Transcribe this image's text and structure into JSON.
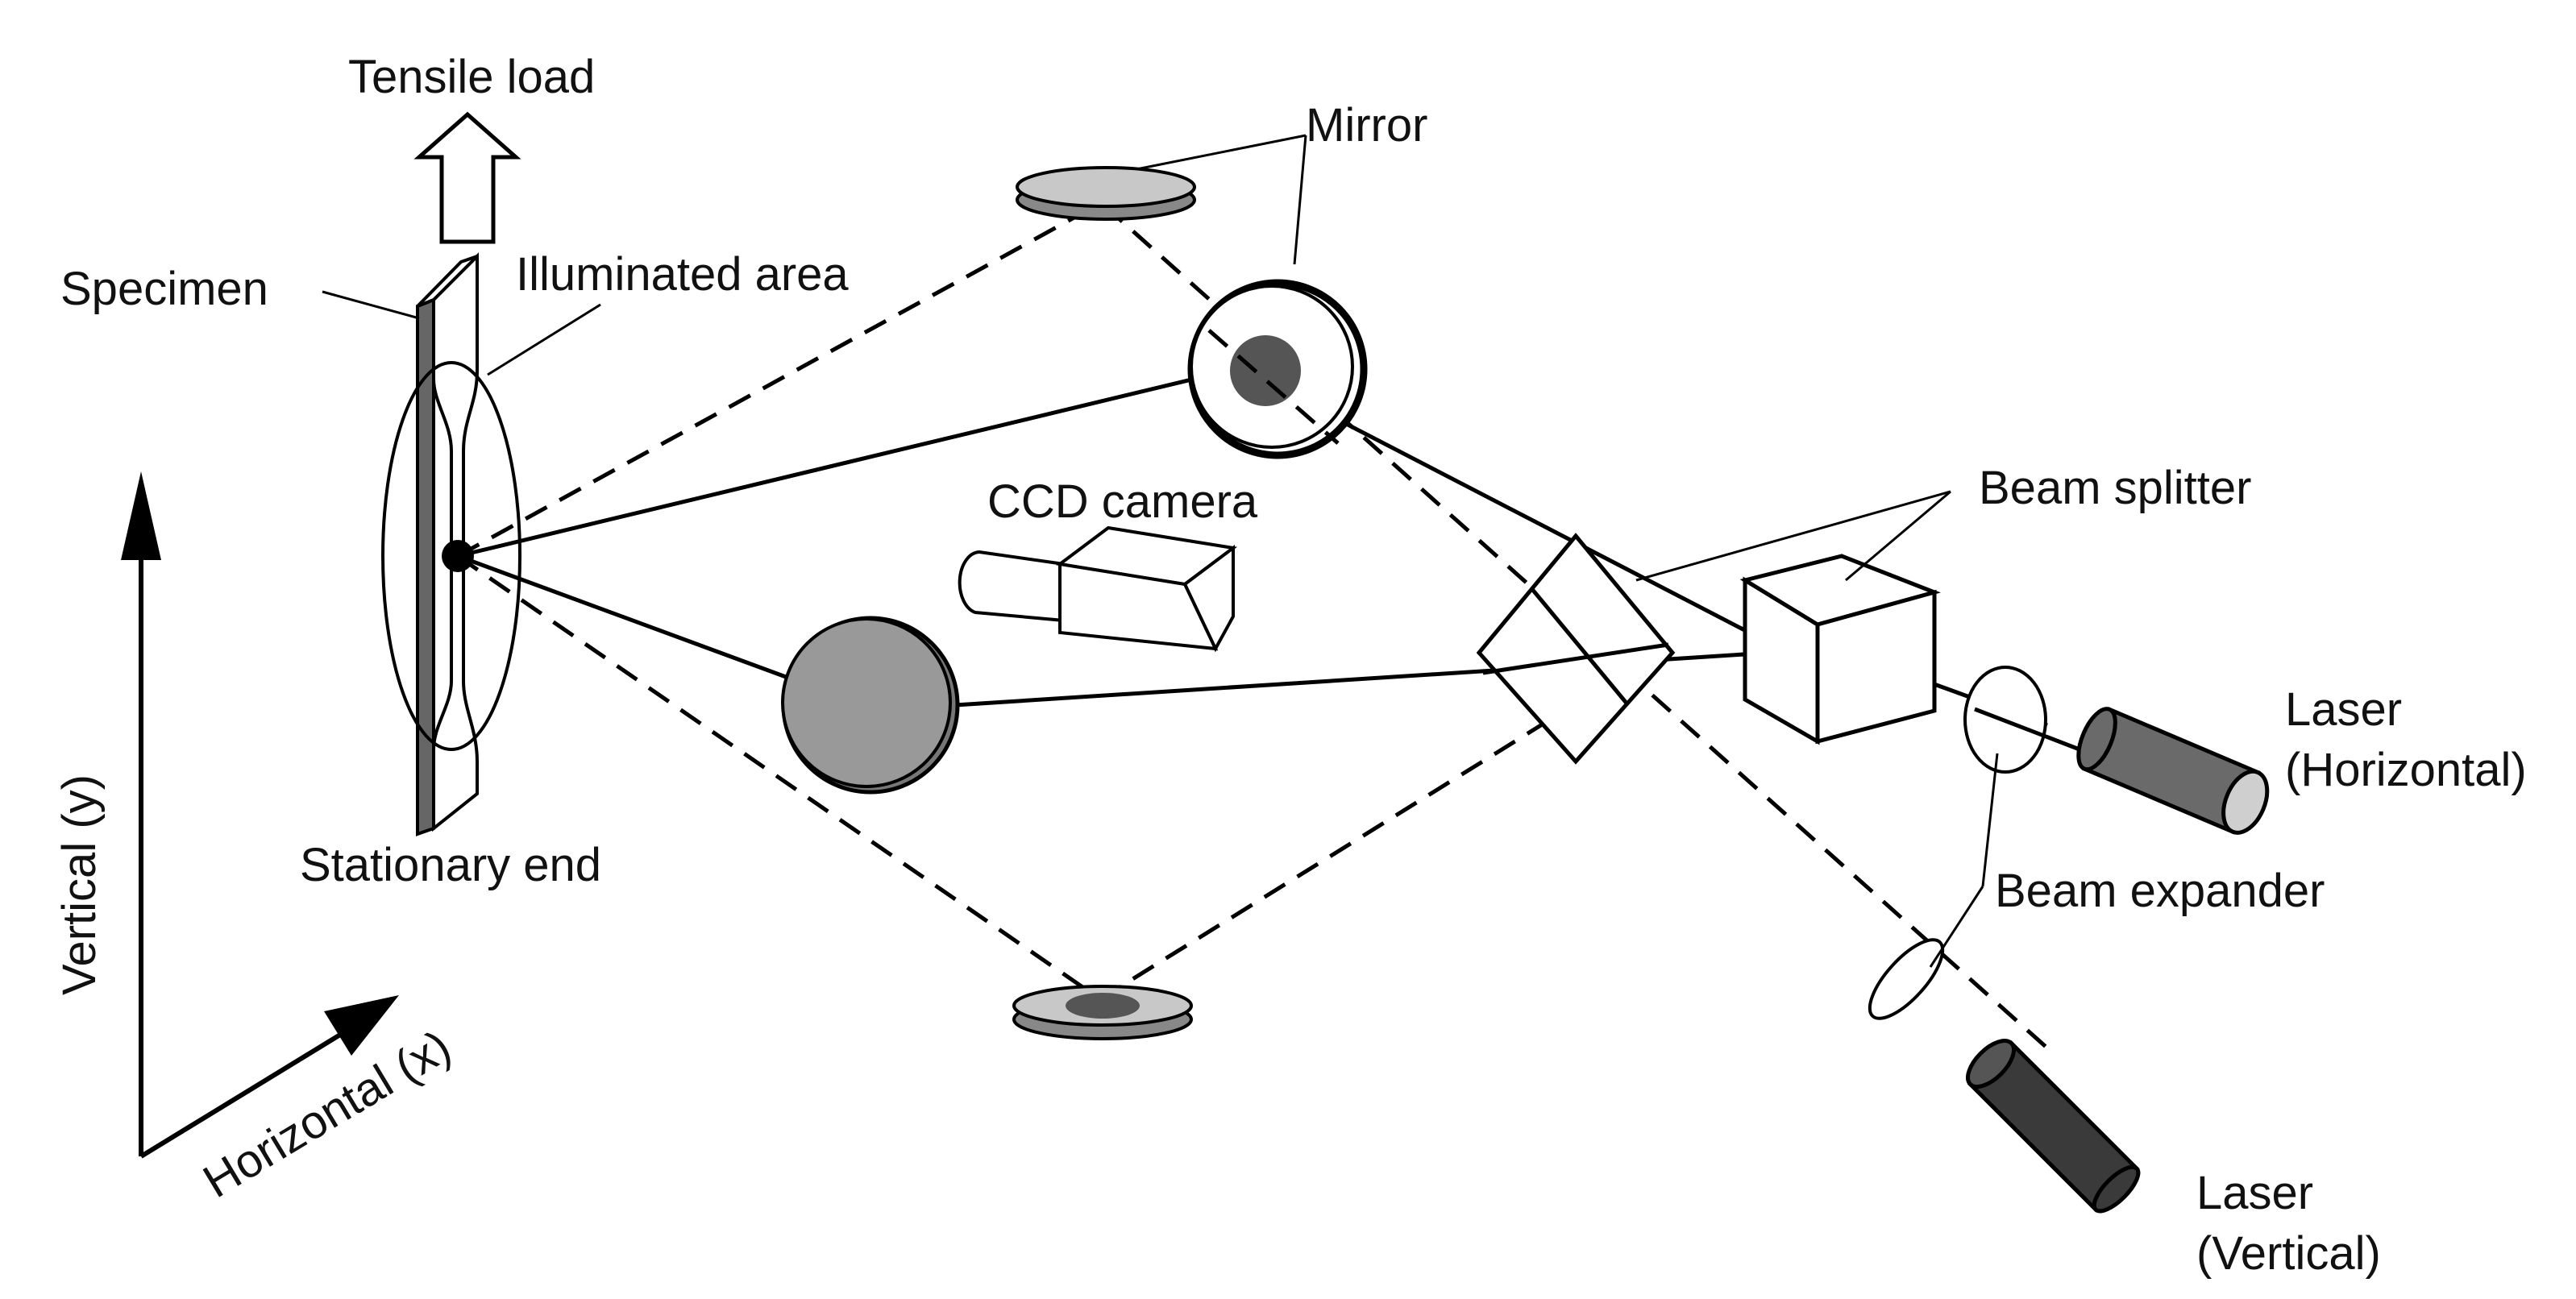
{
  "labels": {
    "tensile_load": "Tensile load",
    "mirror": "Mirror",
    "specimen": "Specimen",
    "illuminated_area": "Illuminated area",
    "ccd_camera": "CCD camera",
    "beam_splitter": "Beam splitter",
    "laser_horizontal_1": "Laser",
    "laser_horizontal_2": "(Horizontal)",
    "beam_expander": "Beam expander",
    "laser_vertical_1": "Laser",
    "laser_vertical_2": "(Vertical)",
    "stationary_end": "Stationary end",
    "axis_vertical": "Vertical (y)",
    "axis_horizontal": "Horizontal (x)"
  },
  "colors": {
    "line": "#000000",
    "mirror_fill": "#c8c8c8",
    "mirror_spot": "#555555",
    "big_mirror": "#999999",
    "laser_body": "#6a6a6a",
    "laser_cap": "#cfcfcf",
    "specimen": "#666666"
  }
}
